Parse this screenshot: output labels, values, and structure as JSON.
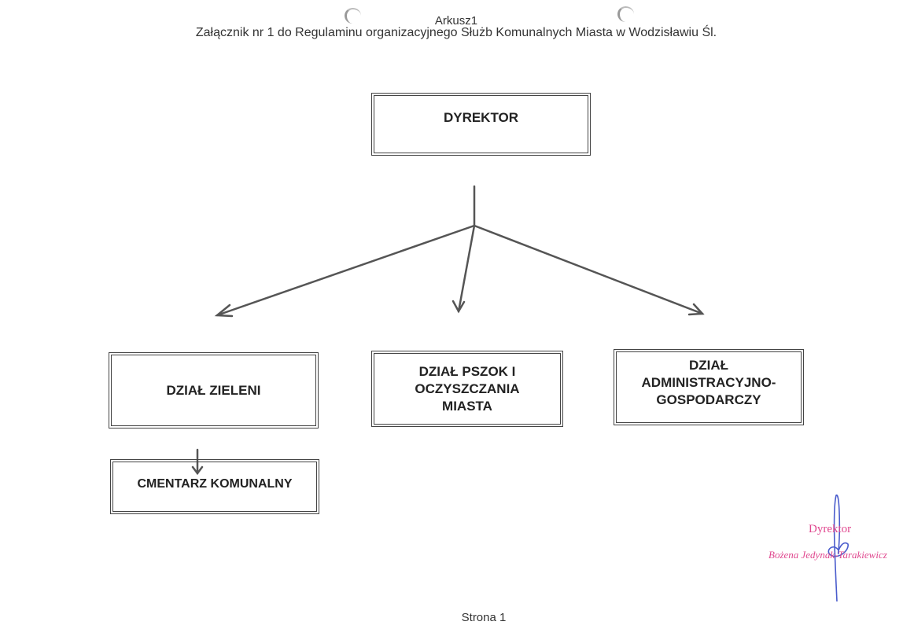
{
  "header": {
    "sheet_name": "Arkusz1",
    "title": "Załącznik nr 1 do Regulaminu organizacyjnego Służb Komunalnych Miasta w Wodzisławiu Śl."
  },
  "chart": {
    "root": "DYREKTOR",
    "departments": [
      "DZIAŁ ZIELENI",
      "DZIAŁ PSZOK I OCZYSZCZANIA MIASTA",
      "DZIAŁ ADMINISTRACYJNO-GOSPODARCZY"
    ],
    "sub_unit": "CMENTARZ KOMUNALNY"
  },
  "signature": {
    "role": "Dyrektor",
    "name": "Bożena Jedynak-Tarakiewicz"
  },
  "footer": {
    "page": "Strona 1"
  }
}
